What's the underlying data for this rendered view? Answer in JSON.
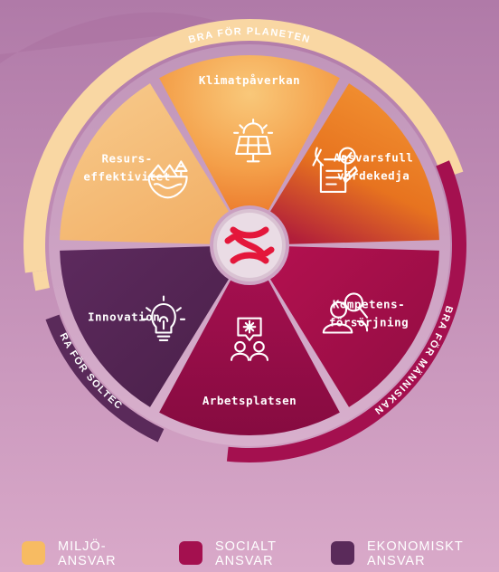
{
  "colors": {
    "background_top": "#b982b0",
    "background_bottom": "#d5a4c6",
    "miljo": "#f7bb62",
    "socialt": "#a4104f",
    "ekonomiskt": "#5a2a5a",
    "accent_red": "#e4173b",
    "white": "#ffffff"
  },
  "rings": {
    "planet": "BRA FÖR PLANETEN",
    "manniskan": "BRA FÖR MÄNNISKAN",
    "soltech": "BRA FÖR SOLTECH"
  },
  "segments": [
    {
      "id": "klimat",
      "label": "Klimatpåverkan",
      "icon": "solar-panel-icon",
      "category": "miljo"
    },
    {
      "id": "ansvarsfull",
      "label": "Ansvarsfull\nvärdekedja",
      "icon": "checklist-icon",
      "category": "miljo"
    },
    {
      "id": "kompetens",
      "label": "Kompetens-\nförsörjning",
      "icon": "people-search-icon",
      "category": "socialt"
    },
    {
      "id": "arbetsplatsen",
      "label": "Arbetsplatsen",
      "icon": "team-chat-icon",
      "category": "socialt"
    },
    {
      "id": "innovation",
      "label": "Innovation",
      "icon": "lightbulb-icon",
      "category": "ekonomiskt"
    },
    {
      "id": "resurs",
      "label": "Resurs-\neffektivitet",
      "icon": "earth-landscape-icon",
      "category": "miljo"
    }
  ],
  "legend": [
    {
      "label": "MILJÖ-\nANSVAR",
      "color": "#f7bb62"
    },
    {
      "label": "SOCIALT\nANSVAR",
      "color": "#a4104f"
    },
    {
      "label": "EKONOMISKT\nANSVAR",
      "color": "#5a2a5a"
    }
  ],
  "logo": "soltech-logo"
}
